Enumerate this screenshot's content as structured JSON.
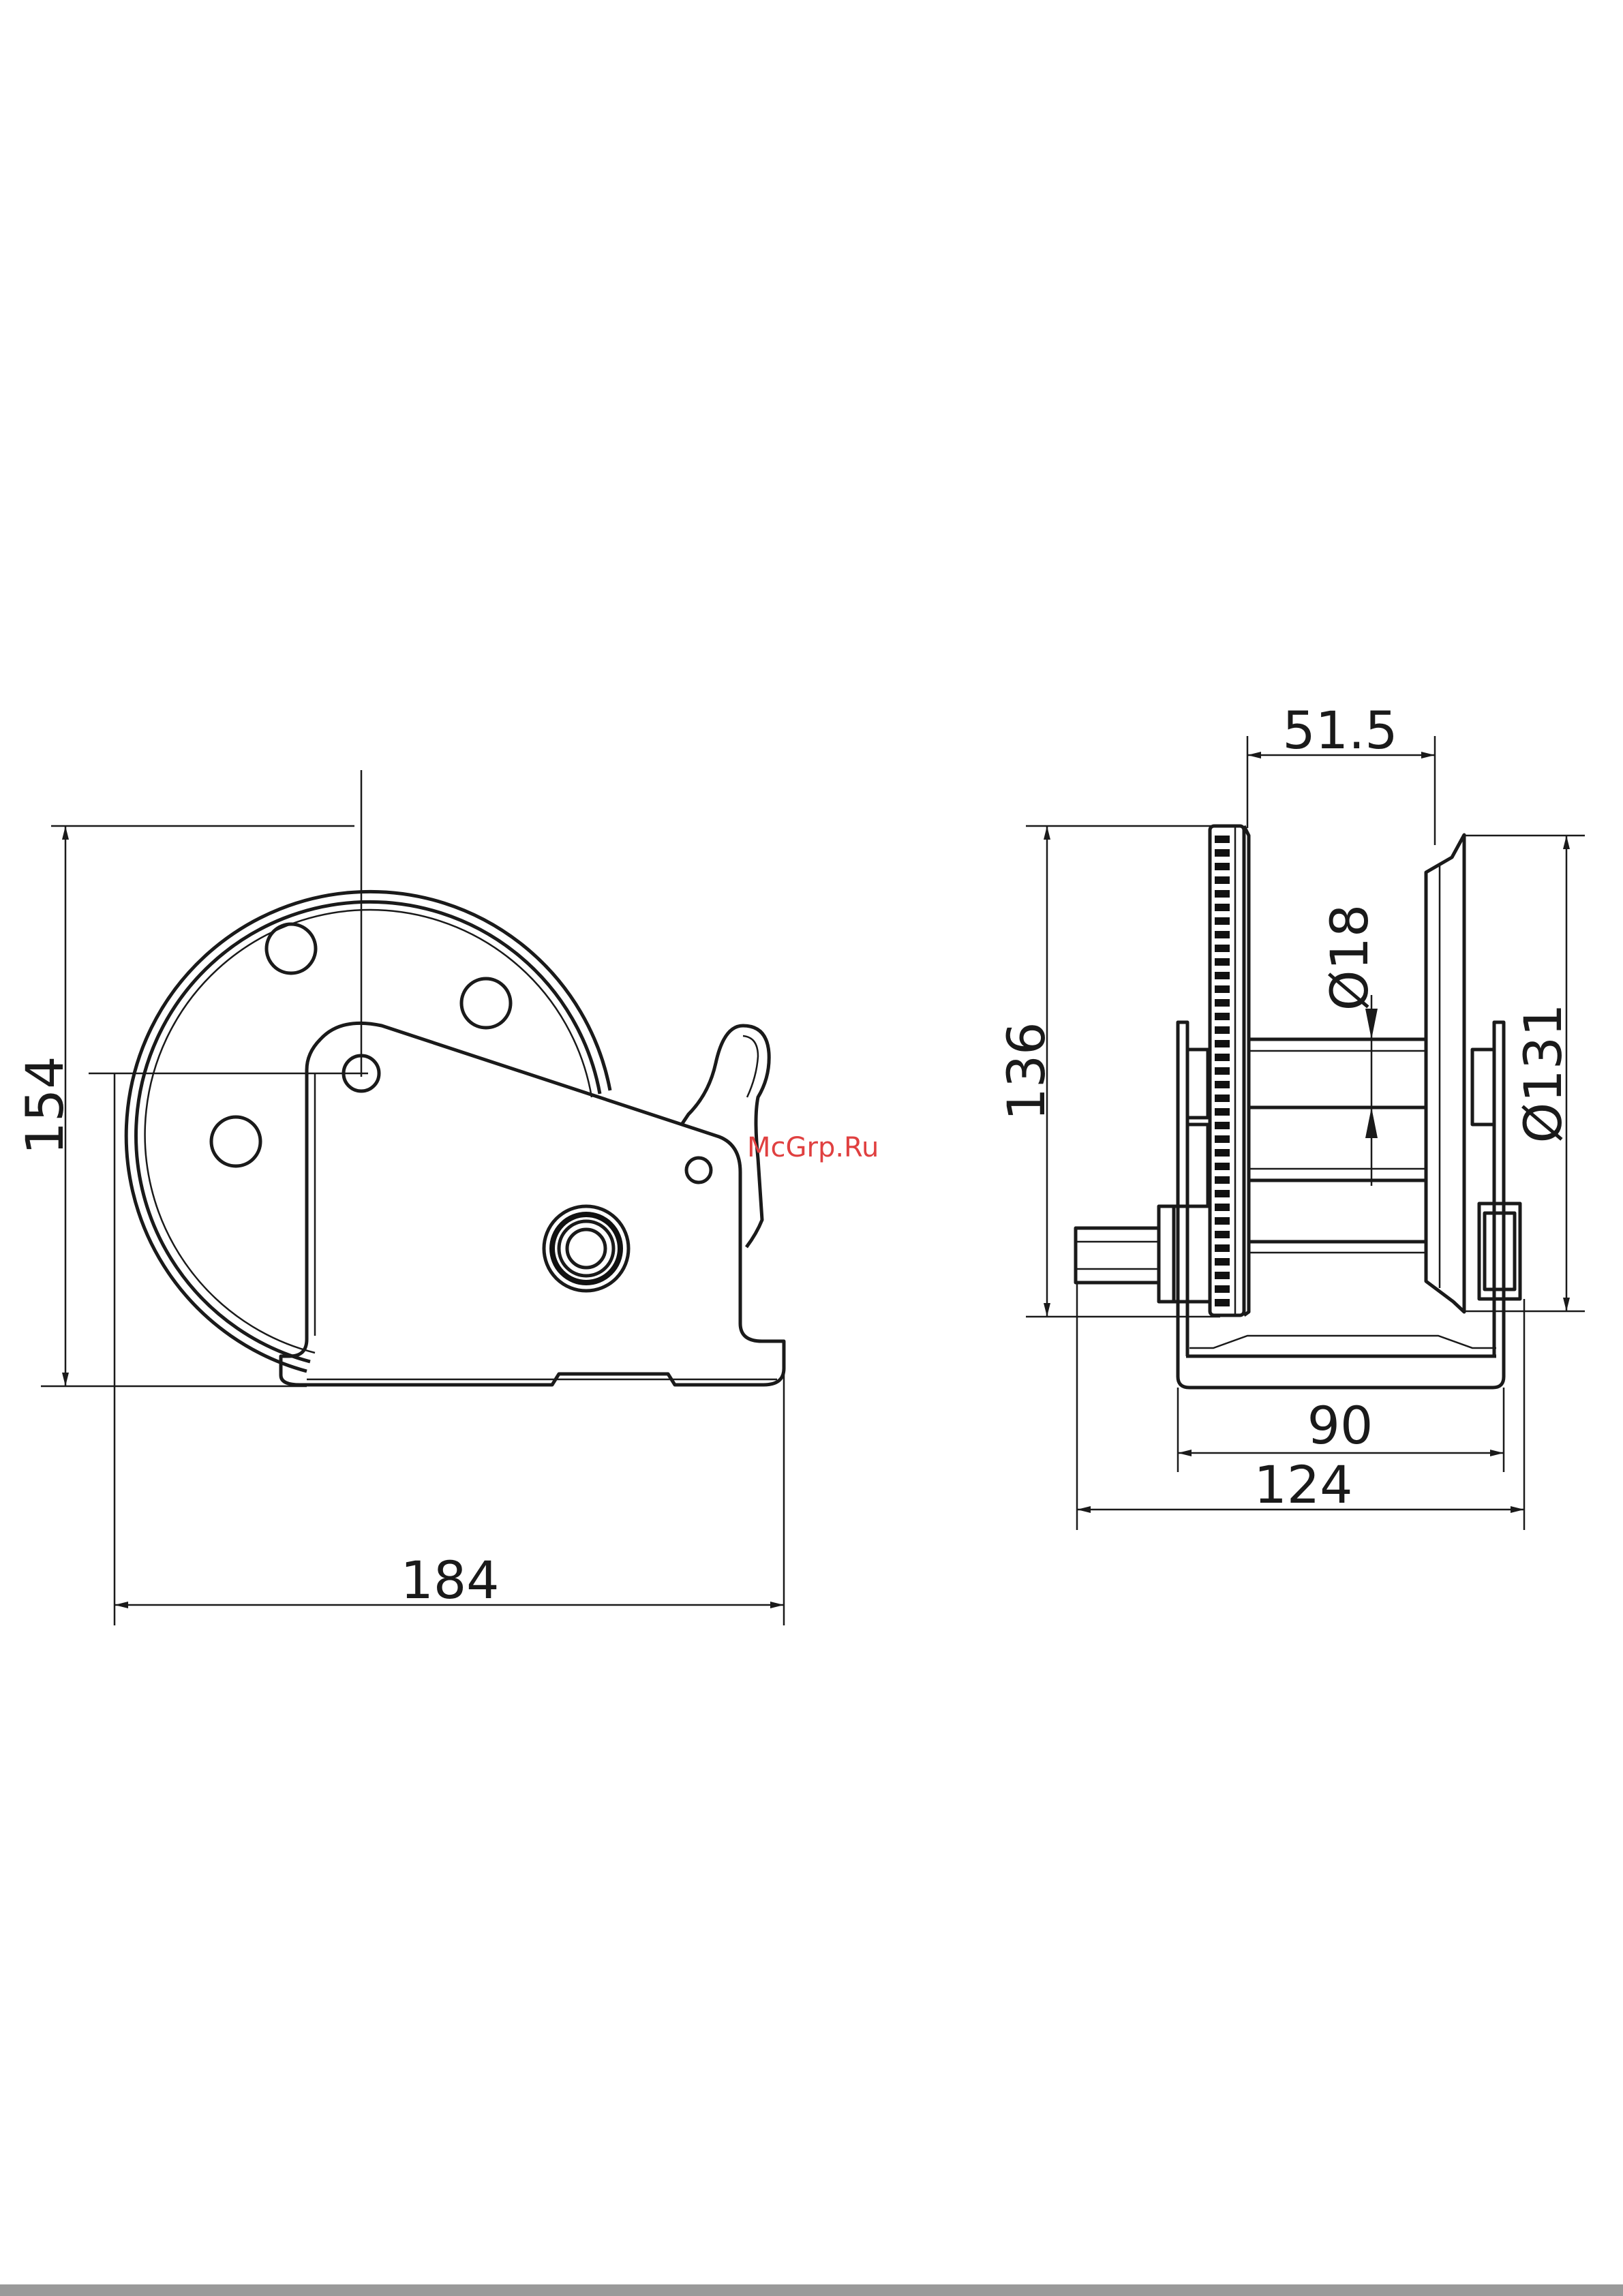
{
  "watermark": "McGrp.Ru",
  "side_view": {
    "dims": {
      "height": "154",
      "width": "184"
    }
  },
  "front_view": {
    "dims": {
      "top_width": "51.5",
      "height": "136",
      "shaft_diameter": "Ø18",
      "drum_diameter": "Ø131",
      "inner_width": "90",
      "overall_width": "124"
    }
  }
}
